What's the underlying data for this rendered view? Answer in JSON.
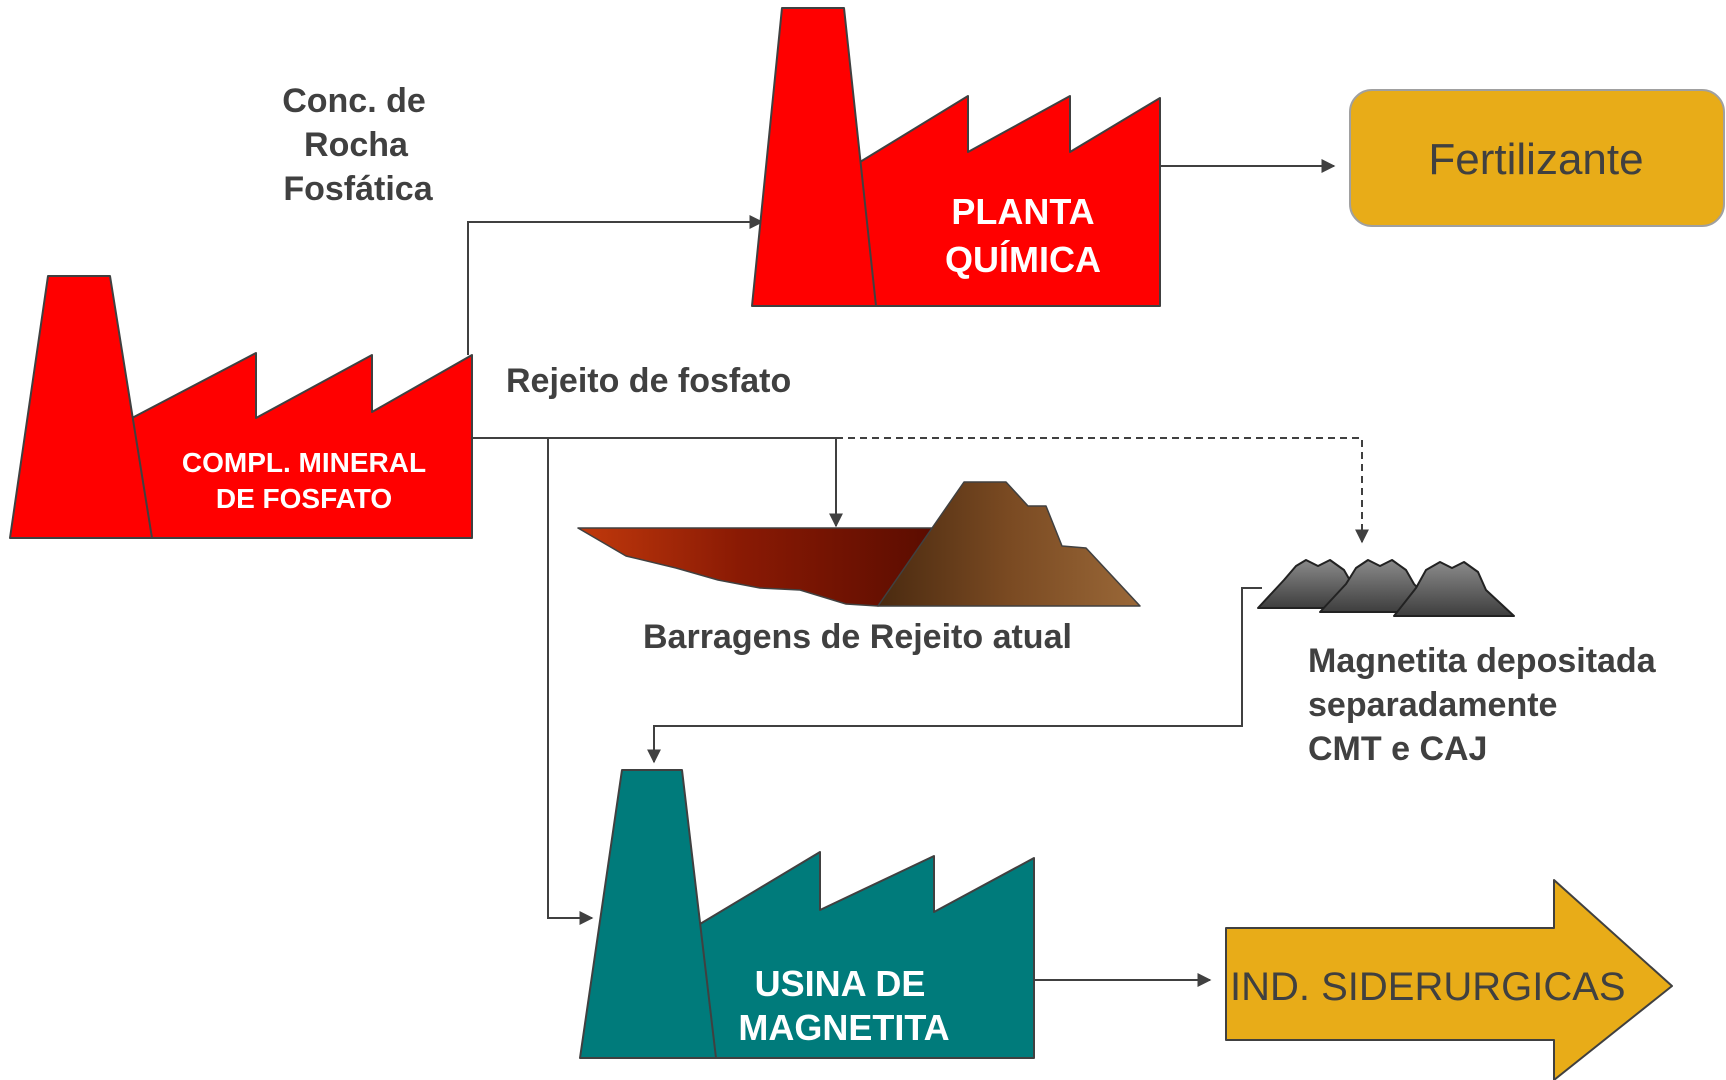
{
  "colors": {
    "factory_red": "#ff0000",
    "factory_teal": "#007b7b",
    "output_gold": "#e8ac18",
    "label_dark": "#404040",
    "edge_dark": "#404040"
  },
  "nodes": {
    "mineral_complex": {
      "line1": "COMPL. MINERAL",
      "line2": "DE FOSFATO",
      "icon": "factory-icon"
    },
    "chemical_plant": {
      "line1": "PLANTA",
      "line2": "QUÍMICA",
      "icon": "factory-icon"
    },
    "magnetite_plant": {
      "line1": "USINA DE",
      "line2": "MAGNETITA",
      "icon": "factory-icon"
    },
    "fertilizer": {
      "label": "Fertilizante"
    },
    "steel_industry": {
      "label": "IND. SIDERURGICAS"
    },
    "tailings_dam": {
      "label": "Barragens de  Rejeito atual",
      "icon": "tailings-dam-icon"
    },
    "magnetite_piles": {
      "line1": "Magnetita depositada",
      "line2": "separadamente",
      "line3": "CMT e CAJ",
      "icon": "ore-pile-icon"
    }
  },
  "edges": {
    "concentrate": {
      "line1": "Conc. de",
      "line2": "Rocha",
      "line3": "Fosfática"
    },
    "tailings": {
      "label": "Rejeito de fosfato"
    }
  }
}
